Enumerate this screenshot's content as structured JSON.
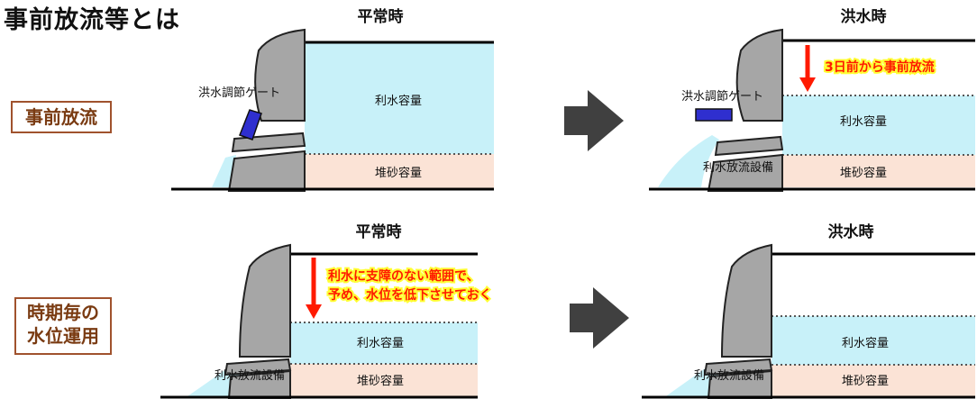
{
  "title": "事前放流等とは",
  "row1": {
    "label": "事前放流",
    "before": {
      "header": "平常時",
      "gate_label": "洪水調節ゲート",
      "water_label": "利水容量",
      "sediment_label": "堆砂容量"
    },
    "after": {
      "header": "洪水時",
      "gate_label": "洪水調節ゲート",
      "callout": "3日前から事前放流",
      "water_label": "利水容量",
      "outlet_label": "利水放流設備",
      "sediment_label": "堆砂容量"
    }
  },
  "row2": {
    "label_line1": "時期毎の",
    "label_line2": "水位運用",
    "before": {
      "header": "平常時",
      "callout_line1": "利水に支障のない範囲で、",
      "callout_line2": "予め、水位を低下させておく",
      "water_label": "利水容量",
      "outlet_label": "利水放流設備",
      "sediment_label": "堆砂容量"
    },
    "after": {
      "header": "洪水時",
      "water_label": "利水容量",
      "outlet_label": "利水放流設備",
      "sediment_label": "堆砂容量"
    }
  },
  "colors": {
    "water": "#c8f1f9",
    "sediment": "#fbe3d6",
    "dam": "#a6a6a6",
    "gate": "#2f2fcf",
    "arrow_down": "#ff1a00",
    "arrow_right": "#404040",
    "label_border": "#a0522d"
  }
}
